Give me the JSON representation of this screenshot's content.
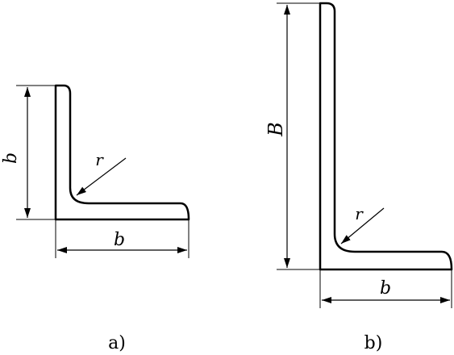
{
  "figure_a": {
    "caption": "a)",
    "dim_height_label": "b",
    "dim_width_label": "b",
    "radius_label": "r"
  },
  "figure_b": {
    "caption": "b)",
    "dim_height_label": "B",
    "dim_width_label": "b",
    "radius_label": "r"
  },
  "colors": {
    "stroke": "#000000",
    "background": "#ffffff"
  }
}
